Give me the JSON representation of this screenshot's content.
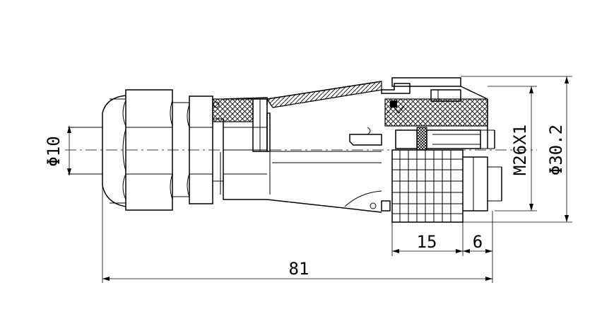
{
  "dimensions": {
    "cable_diameter": "Φ10",
    "thread": "M26X1",
    "outer_diameter": "Φ30.2",
    "length_15": "15",
    "length_6": "6",
    "overall_length": "81"
  }
}
